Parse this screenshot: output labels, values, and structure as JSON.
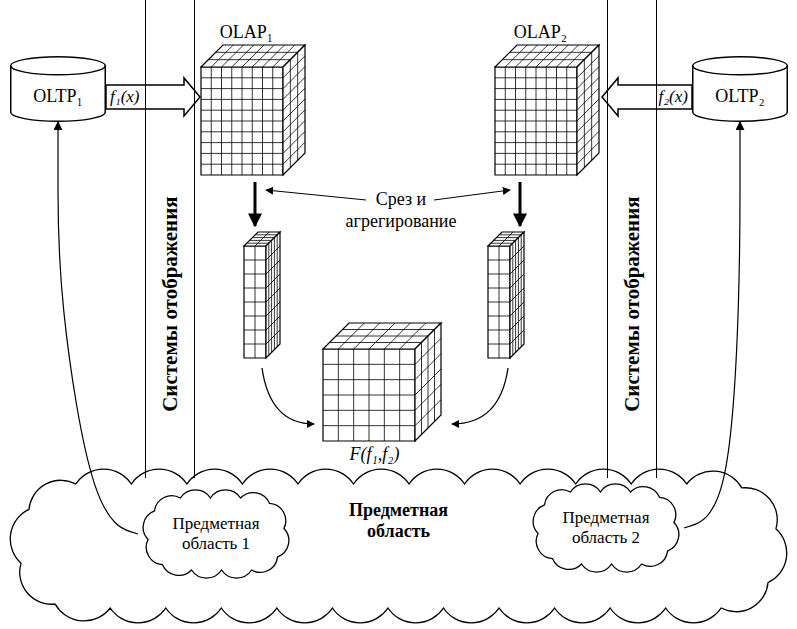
{
  "diagram": {
    "nodes": [
      {
        "text": [
          "OLTP₁"
        ]
      },
      {
        "text": [
          "Системы отображения"
        ]
      },
      {
        "text": [
          "OLAP₁"
        ]
      },
      {
        "text": [
          "OLAP₂"
        ]
      },
      {
        "text": [
          "Системы отображения"
        ]
      },
      {
        "text": [
          "OLTP₂"
        ]
      },
      {
        "text": [
          "F(f₁,f₂)"
        ]
      },
      {
        "text": [
          "Предметная область"
        ]
      },
      {
        "text": [
          "Предметная область 1"
        ],
        "in": 7
      },
      {
        "text": [
          "Предметная область 2"
        ],
        "in": 7
      }
    ],
    "edges": [
      {
        "from": 0,
        "to": 2,
        "label": "f₁(x)",
        "arrow": "to"
      },
      {
        "from": 5,
        "to": 3,
        "label": "f₂(x)",
        "arrow": "to"
      },
      {
        "from": 8,
        "to": 0,
        "arrow": "to"
      },
      {
        "from": 9,
        "to": 5,
        "arrow": "to"
      }
    ],
    "labels": [
      "Срез и агрегирование"
    ]
  }
}
